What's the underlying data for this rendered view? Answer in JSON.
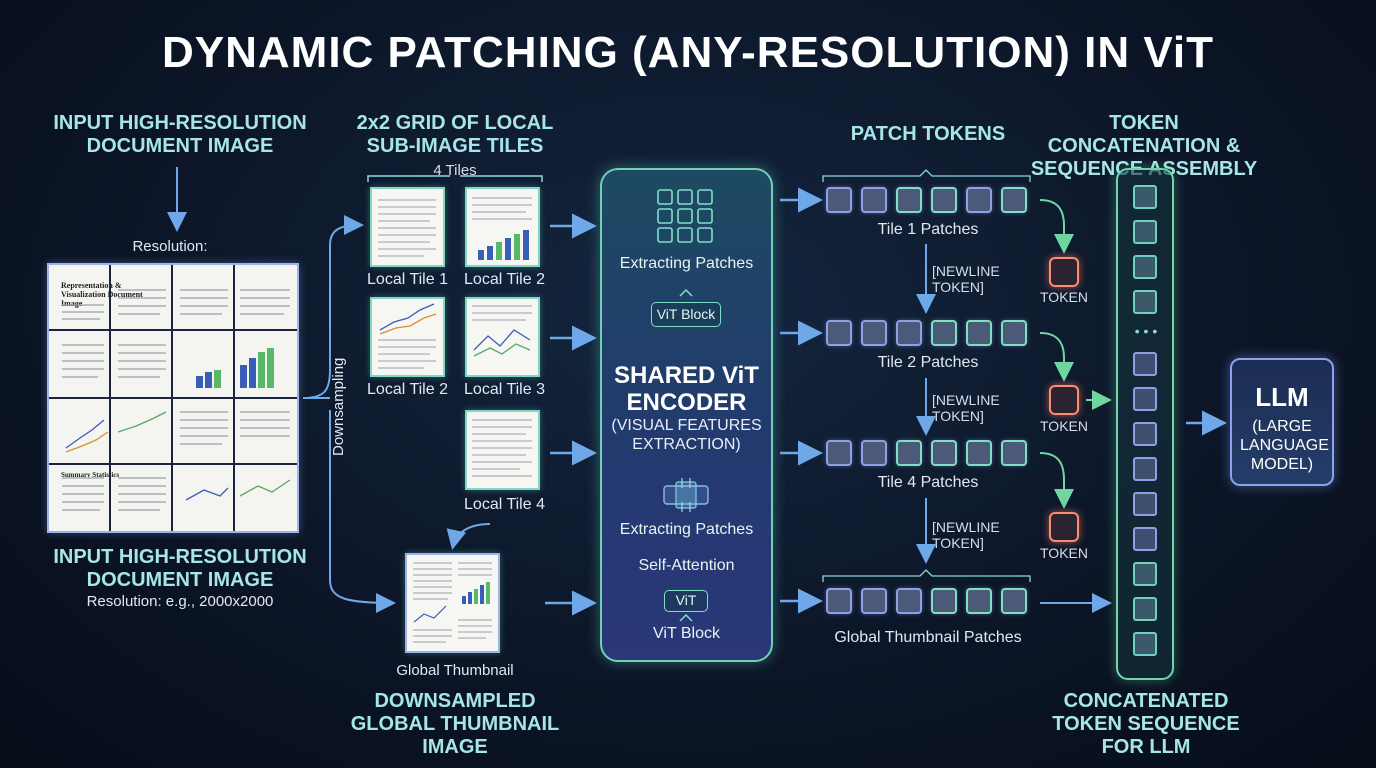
{
  "title": "DYNAMIC PATCHING (ANY-RESOLUTION) IN ViT",
  "input": {
    "heading_top": "INPUT HIGH-RESOLUTION DOCUMENT IMAGE",
    "resolution_top": "Resolution:",
    "heading_bottom": "INPUT HIGH-RESOLUTION DOCUMENT IMAGE",
    "resolution_bottom": "Resolution: e.g., 2000x2000",
    "doc_title": "Representation & Visualization Document Image",
    "doc_side_title": "Summary Statistics",
    "downsampling": "Downsampling"
  },
  "tiles": {
    "heading": "2x2 GRID OF LOCAL SUB-IMAGE TILES",
    "count_label": "4 Tiles",
    "labels": [
      "Local Tile 1",
      "Local Tile 2",
      "Local Tile 2",
      "Local Tile 3",
      "Local Tile 4"
    ],
    "global_label": "Global Thumbnail",
    "global_heading": "DOWNSAMPLED GLOBAL THUMBNAIL IMAGE"
  },
  "encoder": {
    "extracting_top": "Extracting Patches",
    "vit_block_top": "ViT Block",
    "title_line1": "SHARED ViT",
    "title_line2": "ENCODER",
    "subtitle": "(VISUAL FEATURES EXTRACTION)",
    "extracting_bottom": "Extracting Patches",
    "self_attention": "Self-Attention",
    "vit_small": "ViT",
    "vit_block_bottom": "ViT Block"
  },
  "patches": {
    "heading": "PATCH TOKENS",
    "row_labels": [
      "Tile 1 Patches",
      "Tile 2 Patches",
      "Tile 4 Patches",
      "Global Thumbnail Patches"
    ],
    "newline_label": "[NEWLINE TOKEN]",
    "token_label": "TOKEN"
  },
  "sequence": {
    "heading": "TOKEN CONCATENATION & SEQUENCE ASSEMBLY",
    "footer": "CONCATENATED TOKEN SEQUENCE FOR LLM",
    "ellipsis": "• • •"
  },
  "llm": {
    "title": "LLM",
    "subtitle": "(LARGE LANGUAGE MODEL)"
  },
  "colors": {
    "heading": "#a6e6e6",
    "arrow": "#6fa8e8",
    "arrow_green": "#6fd6a0",
    "newline": "#ff8a70"
  }
}
